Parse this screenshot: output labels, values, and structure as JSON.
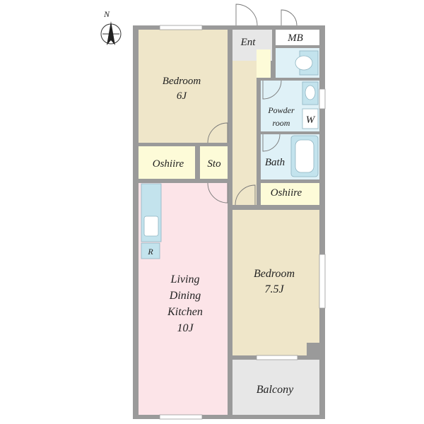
{
  "compass": {
    "label": "N"
  },
  "rooms": {
    "bedroom_6": {
      "line1": "Bedroom",
      "line2": "6J"
    },
    "entrance": {
      "label": "Ent"
    },
    "meter_box": {
      "label": "MB"
    },
    "powder_room": {
      "line1": "Powder",
      "line2": "room"
    },
    "washer": {
      "label": "W"
    },
    "oshiire_1": {
      "label": "Oshiire"
    },
    "storage": {
      "label": "Sto"
    },
    "bath": {
      "label": "Bath"
    },
    "oshiire_2": {
      "label": "Oshiire"
    },
    "refrigerator": {
      "label": "R"
    },
    "ldk": {
      "line1": "Living",
      "line2": "Dining",
      "line3": "Kitchen",
      "line4": "10J"
    },
    "bedroom_75": {
      "line1": "Bedroom",
      "line2": "7.5J"
    },
    "balcony": {
      "label": "Balcony"
    }
  },
  "colors": {
    "bedroom": "#efe6c9",
    "hall": "#efe6c9",
    "ldk": "#fce4e8",
    "closet": "#fdfbd8",
    "wet": "#dff1f7",
    "fixture": "#c3e3ed",
    "balcony": "#e7e7e7",
    "wall": "#9a9a9a"
  }
}
